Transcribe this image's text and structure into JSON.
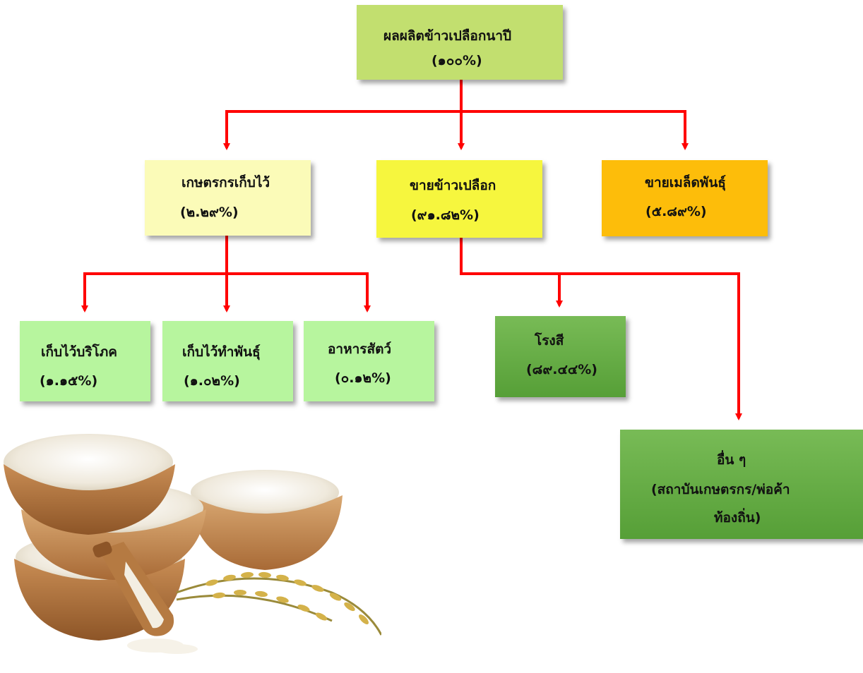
{
  "colors": {
    "connector": "#ff0000",
    "root": "#c2df6f",
    "keep": "#fbfbb8",
    "sell": "#f6f63e",
    "seed_sale": "#fdbd0a",
    "leaf_light_green": "#b7f59e",
    "leaf_dark_green": "#62a843"
  },
  "nodes": {
    "root": {
      "label": "ผลผลิตข้าวเปลือกนาปี",
      "value": "(๑๐๐%)"
    },
    "keep": {
      "label": "เกษตรกรเก็บไว้",
      "value": "(๒.๒๙%)"
    },
    "sell": {
      "label": "ขายข้าวเปลือก",
      "value": "(๙๑.๘๒%)"
    },
    "seed_sale": {
      "label": "ขายเมล็ดพันธุ์",
      "value": "(๕.๘๙%)"
    },
    "consume": {
      "label": "เก็บไว้บริโภค",
      "value": "(๑.๑๕%)"
    },
    "seed_keep": {
      "label": "เก็บไว้ทำพันธุ์",
      "value": "(๑.๐๒%)"
    },
    "feed": {
      "label": "อาหารสัตว์",
      "value": "(๐.๑๒%)"
    },
    "mill": {
      "label": "โรงสี",
      "value": "(๘๙.๔๔%)"
    },
    "other": {
      "label": "อื่น ๆ",
      "value": "(สถาบันเกษตรกร/พ่อค้า",
      "value_line2": "ท้องถิ่น)"
    }
  },
  "illustration": {
    "icon": "rice-bowls-illustration"
  }
}
